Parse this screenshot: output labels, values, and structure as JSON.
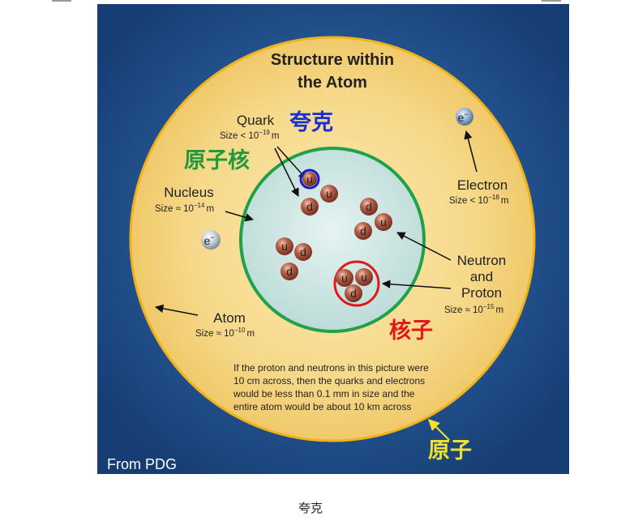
{
  "diagram": {
    "title_line1": "Structure within",
    "title_line2": "the Atom",
    "quark": {
      "label": "Quark",
      "size": "Size < 10",
      "exp": "−19",
      "unit": "m",
      "cjk": "夸克"
    },
    "nucleus": {
      "label": "Nucleus",
      "size": "Size ≈ 10",
      "exp": "−14",
      "unit": "m",
      "cjk": "原子核"
    },
    "electron": {
      "label": "Electron",
      "size": "Size < 10",
      "exp": "−18",
      "unit": "m",
      "symbol": "e",
      "charge": "−"
    },
    "nucleon": {
      "line1": "Neutron",
      "line2": "and",
      "line3": "Proton",
      "size": "Size ≈ 10",
      "exp": "−15",
      "unit": "m",
      "cjk": "核子"
    },
    "atom": {
      "label": "Atom",
      "size": "Size ≈ 10",
      "exp": "−10",
      "unit": "m",
      "cjk": "原子"
    },
    "note": [
      "If the proton and neutrons in this picture were",
      "10 cm across, then the quarks and electrons",
      "would be less than 0.1 mm in size and the",
      "entire atom would be about 10 km across"
    ],
    "credit": "From PDG",
    "quark_letters": {
      "u": "u",
      "d": "d"
    }
  },
  "caption": "夸克",
  "colors": {
    "background": "#1c4a86",
    "atom_fill": "#f6d98a",
    "atom_ring": "#f0b21a",
    "nucleus_ring": "#1fa049",
    "nucleus_fill": "#cfe6e2",
    "quark": "#a5503c",
    "quark_highlight": "#1a1acc",
    "nucleon_highlight": "#e01818",
    "cjk_quark": "#1a2fd0",
    "cjk_nucleus": "#1f9a3e",
    "cjk_nucleon": "#e01818",
    "cjk_atom": "#f2e230"
  },
  "icons": [
    "electron-icon",
    "quark-u-icon",
    "quark-d-icon"
  ]
}
